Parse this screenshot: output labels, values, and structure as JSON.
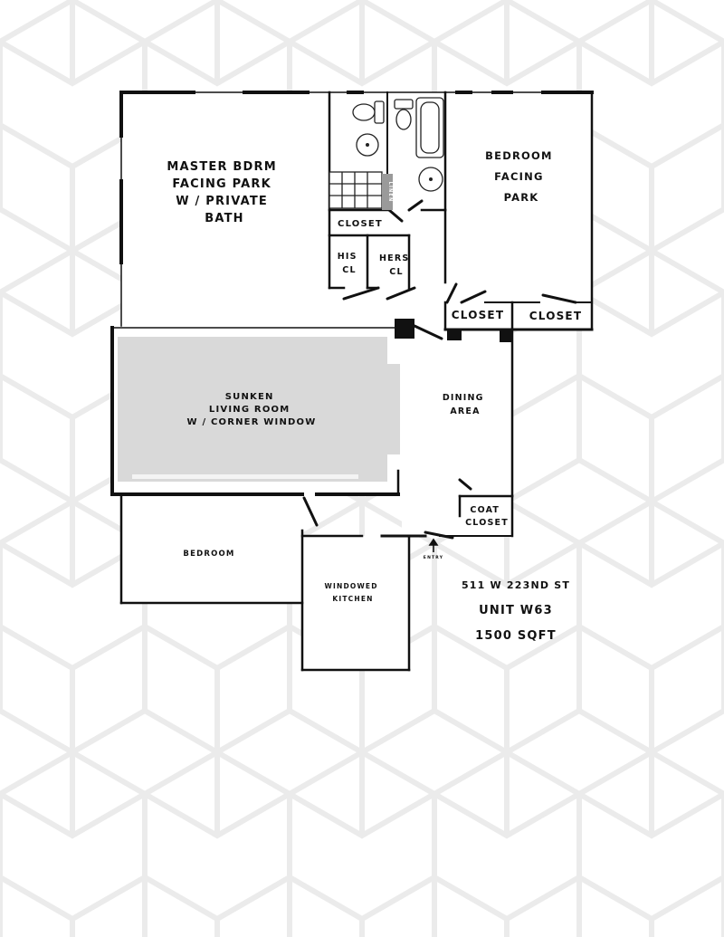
{
  "colors": {
    "wall": "#111111",
    "background_pattern": "#e8e8e8",
    "living_room_fill": "#d9d9d9"
  },
  "rooms": {
    "master_bedroom": [
      "MASTER BDRM",
      "FACING PARK",
      "W / PRIVATE",
      "BATH"
    ],
    "bedroom_facing_park": [
      "BEDROOM",
      "FACING",
      "PARK"
    ],
    "closet_bath": "CLOSET",
    "his_closet": [
      "HIS",
      "CL"
    ],
    "hers_closet": [
      "HERS",
      "CL"
    ],
    "closet_left": "CLOSET",
    "closet_right": "CLOSET",
    "living_room": [
      "SUNKEN",
      "LIVING ROOM",
      "W / CORNER WINDOW"
    ],
    "dining": [
      "DINING",
      "AREA"
    ],
    "coat_closet": [
      "COAT",
      "CLOSET"
    ],
    "bedroom": "BEDROOM",
    "kitchen": [
      "WINDOWED",
      "KITCHEN"
    ],
    "entry": "ENTRY",
    "linen": "LINEN"
  },
  "info": {
    "address": "511 W 223ND ST",
    "unit": "UNIT W63",
    "area": "1500 SQFT"
  }
}
